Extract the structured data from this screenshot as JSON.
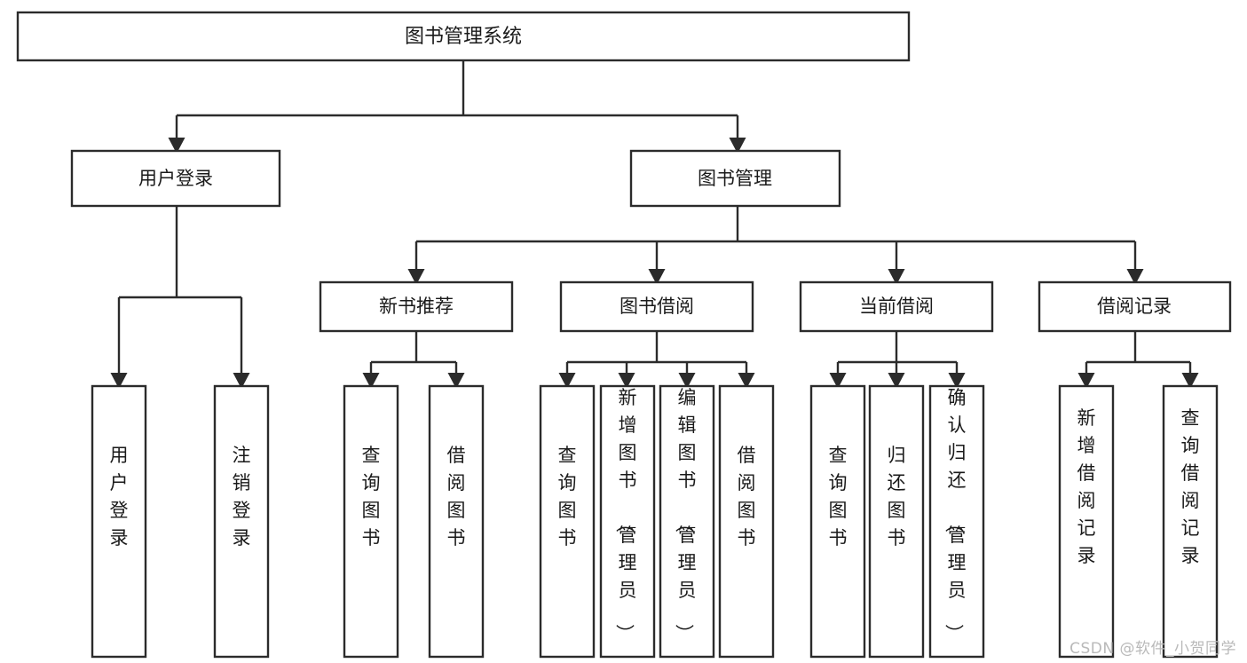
{
  "diagram": {
    "type": "hierarchy-tree",
    "title": "图书管理系统",
    "watermark": "CSDN @软件_小贺同学",
    "colors": {
      "background": "#ffffff",
      "box_stroke": "#2b2b2b",
      "box_fill": "#ffffff",
      "text": "#1a1a1a",
      "watermark": "#b9b9b9"
    },
    "root": {
      "id": "root",
      "label": "图书管理系统",
      "orientation": "horizontal"
    },
    "level2": [
      {
        "id": "user-login",
        "label": "用户登录",
        "orientation": "horizontal"
      },
      {
        "id": "book-management",
        "label": "图书管理",
        "orientation": "horizontal"
      }
    ],
    "level3": [
      {
        "id": "new-book-recommend",
        "label": "新书推荐",
        "orientation": "horizontal",
        "parent": "book-management"
      },
      {
        "id": "book-borrow",
        "label": "图书借阅",
        "orientation": "horizontal",
        "parent": "book-management"
      },
      {
        "id": "current-borrow",
        "label": "当前借阅",
        "orientation": "horizontal",
        "parent": "book-management"
      },
      {
        "id": "borrow-record",
        "label": "借阅记录",
        "orientation": "horizontal",
        "parent": "book-management"
      }
    ],
    "leaves": [
      {
        "id": "leaf-user-login",
        "label": "用户登录",
        "orientation": "vertical",
        "parent": "user-login"
      },
      {
        "id": "leaf-user-logout",
        "label": "注销登录",
        "orientation": "vertical",
        "parent": "user-login"
      },
      {
        "id": "leaf-query-book-1",
        "label": "查询图书",
        "orientation": "vertical",
        "parent": "new-book-recommend"
      },
      {
        "id": "leaf-borrow-book-1",
        "label": "借阅图书",
        "orientation": "vertical",
        "parent": "new-book-recommend"
      },
      {
        "id": "leaf-query-book-2",
        "label": "查询图书",
        "orientation": "vertical",
        "parent": "book-borrow"
      },
      {
        "id": "leaf-add-book",
        "label": "新增图书（管理员）",
        "orientation": "vertical",
        "parent": "book-borrow"
      },
      {
        "id": "leaf-edit-book",
        "label": "编辑图书（管理员）",
        "orientation": "vertical",
        "parent": "book-borrow"
      },
      {
        "id": "leaf-borrow-book-2",
        "label": "借阅图书",
        "orientation": "vertical",
        "parent": "book-borrow"
      },
      {
        "id": "leaf-query-book-3",
        "label": "查询图书",
        "orientation": "vertical",
        "parent": "current-borrow"
      },
      {
        "id": "leaf-return-book",
        "label": "归还图书",
        "orientation": "vertical",
        "parent": "current-borrow"
      },
      {
        "id": "leaf-confirm-return",
        "label": "确认归还（管理员）",
        "orientation": "vertical",
        "parent": "current-borrow"
      },
      {
        "id": "leaf-add-record",
        "label": "新增借阅记录",
        "orientation": "vertical",
        "parent": "borrow-record"
      },
      {
        "id": "leaf-query-record",
        "label": "查询借阅记录",
        "orientation": "vertical",
        "parent": "borrow-record"
      }
    ]
  }
}
